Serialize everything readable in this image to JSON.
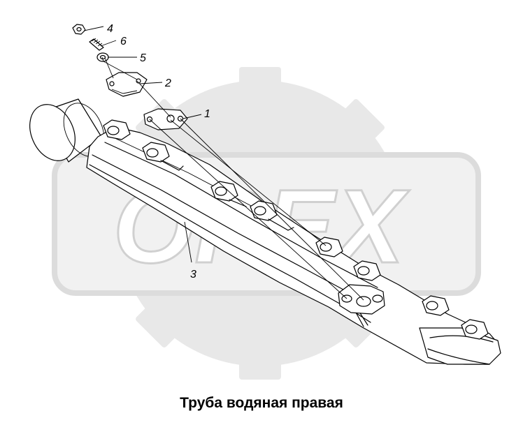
{
  "watermark": {
    "text": "OPEX",
    "color": "#e3e3e3"
  },
  "callouts": [
    {
      "id": "c4",
      "label": "4"
    },
    {
      "id": "c6",
      "label": "6"
    },
    {
      "id": "c5",
      "label": "5"
    },
    {
      "id": "c2",
      "label": "2"
    },
    {
      "id": "c1",
      "label": "1"
    },
    {
      "id": "c3",
      "label": "3"
    }
  ],
  "caption": "Труба водяная правая"
}
